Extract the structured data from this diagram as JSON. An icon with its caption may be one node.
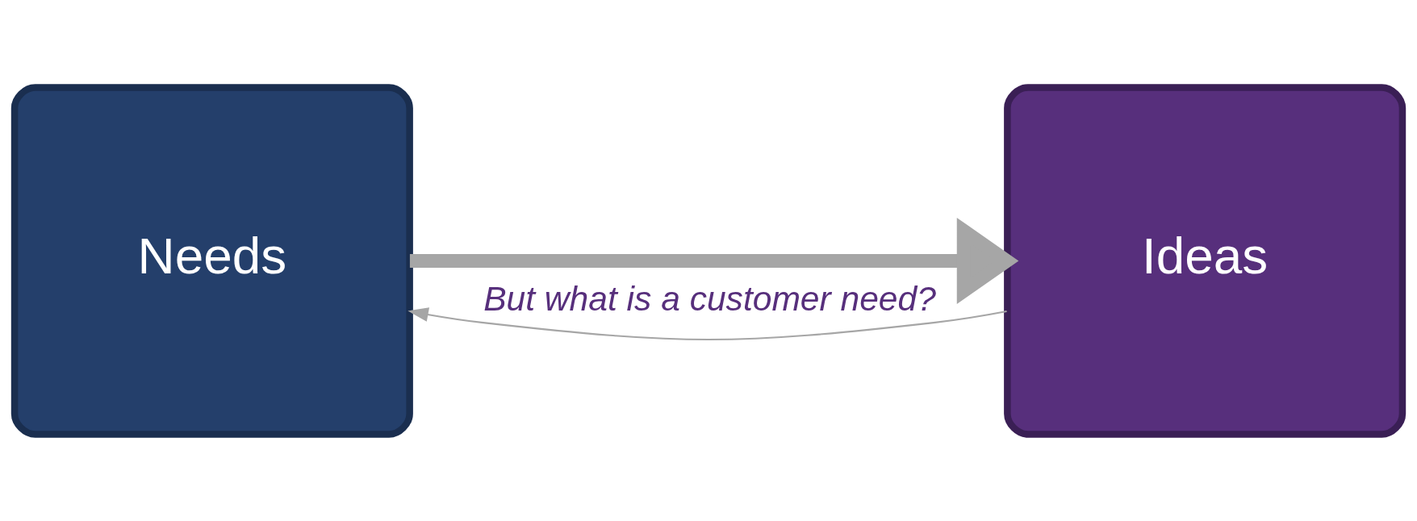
{
  "diagram": {
    "nodes": [
      {
        "text": [
          "Needs"
        ]
      },
      {
        "text": [
          "Ideas"
        ]
      }
    ],
    "edges": [
      {
        "from": 0,
        "to": 1,
        "arrow": "to",
        "style": "thick"
      },
      {
        "from": 1,
        "to": 0,
        "arrow": "to",
        "label": "But what is a customer need?"
      }
    ]
  }
}
